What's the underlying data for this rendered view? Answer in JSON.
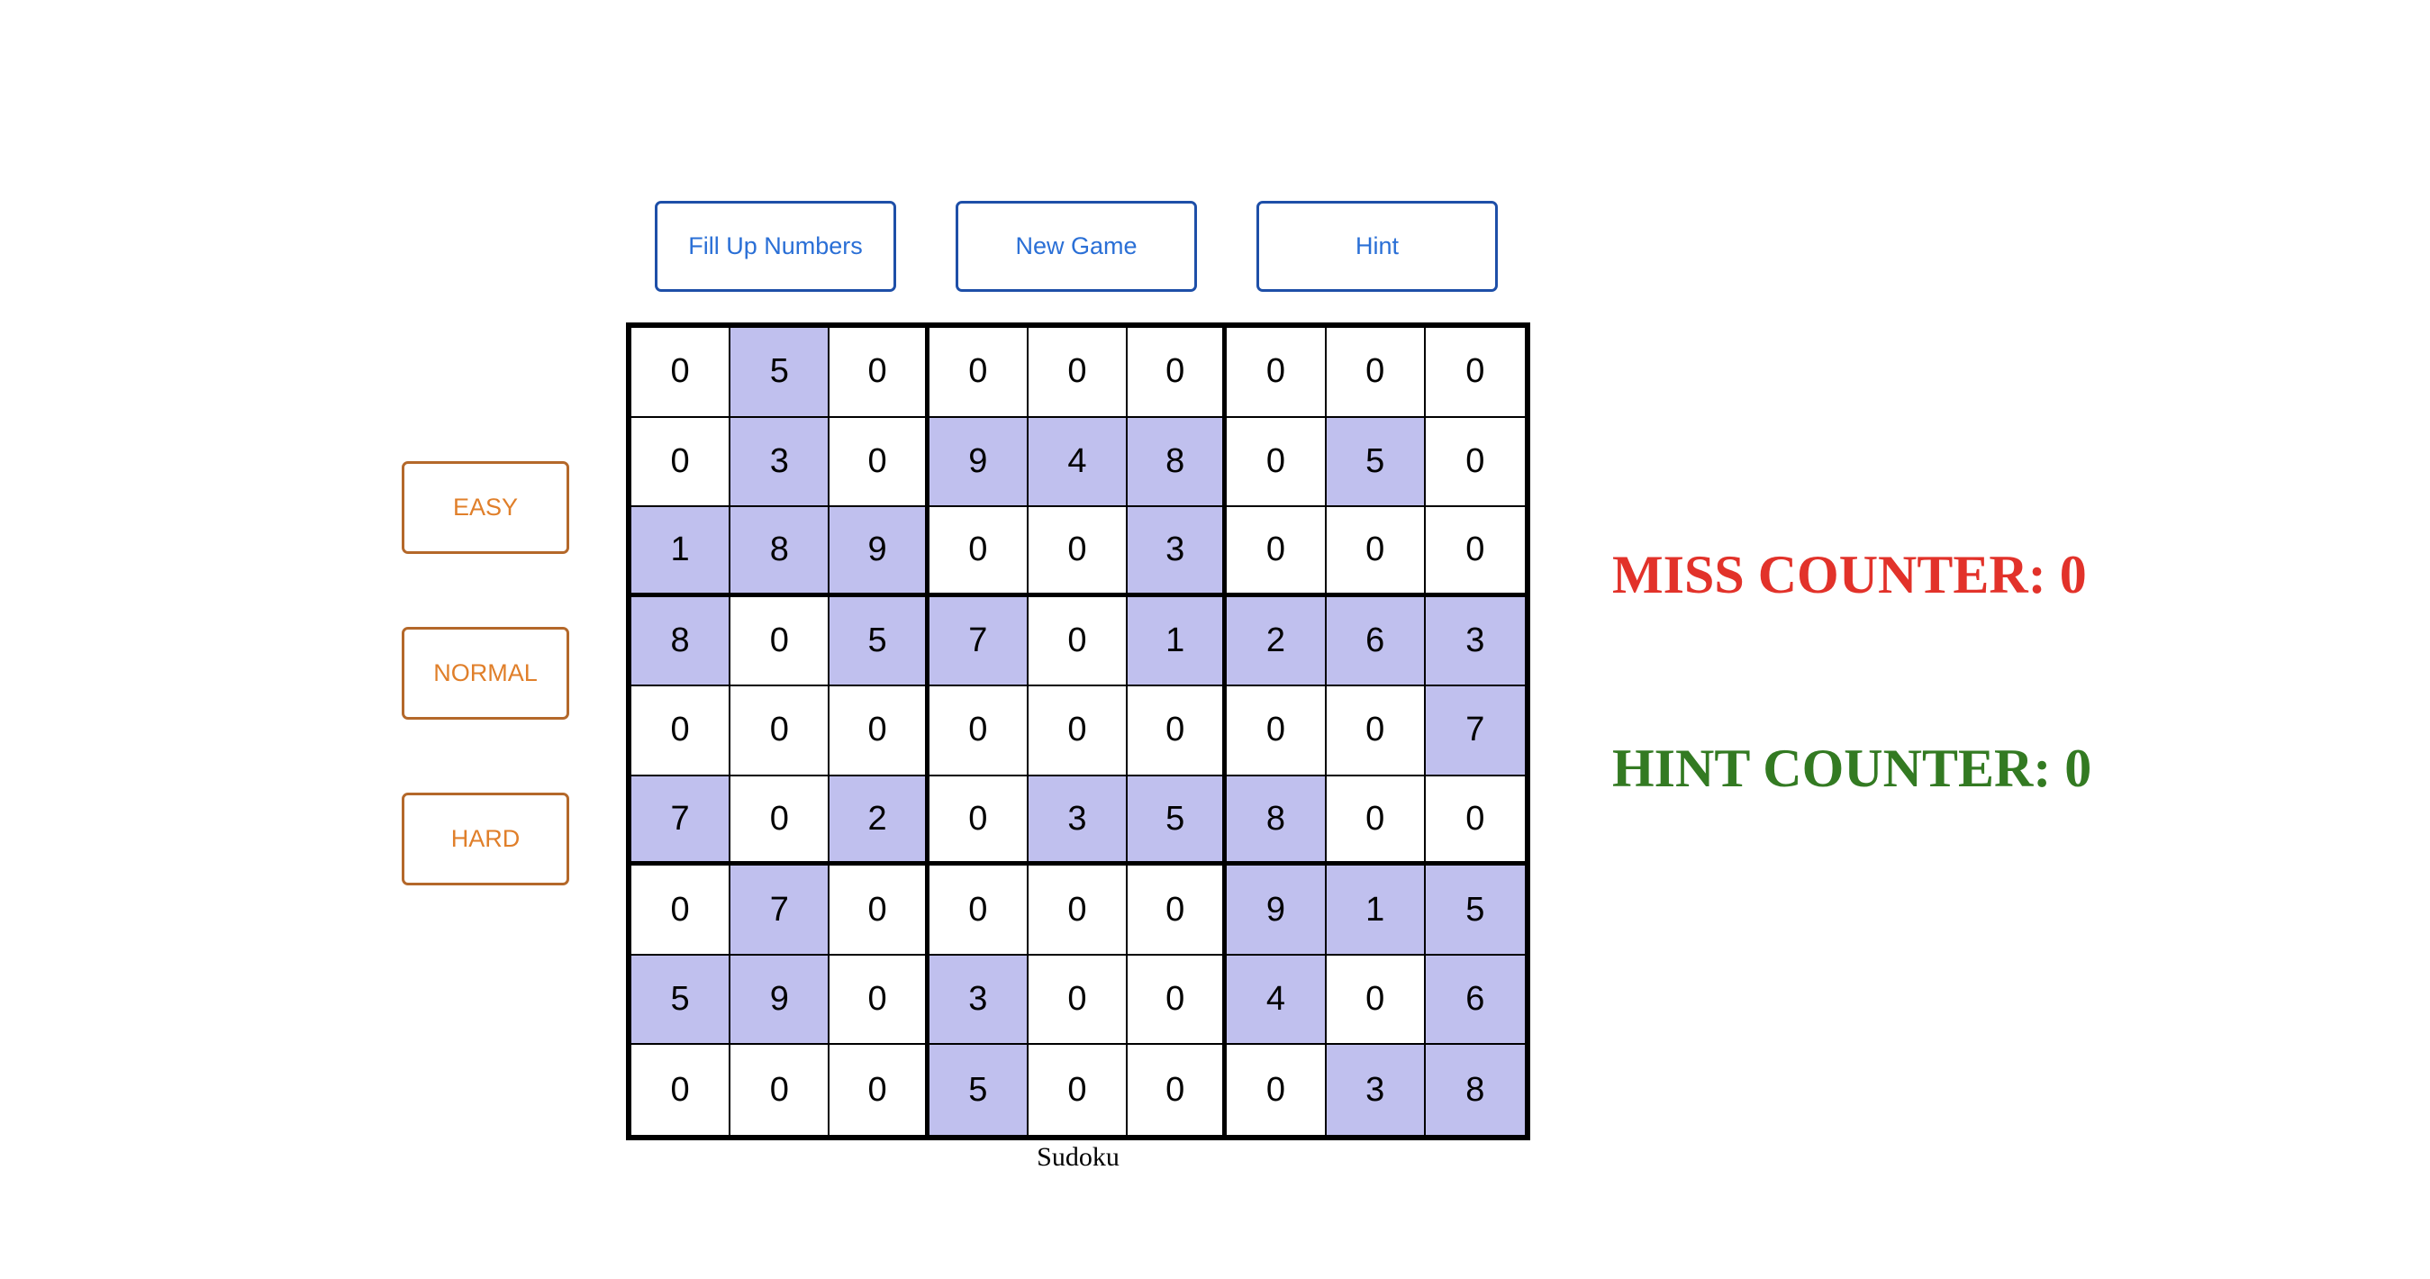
{
  "toolbar": {
    "fill_label": "Fill Up Numbers",
    "new_game_label": "New Game",
    "hint_label": "Hint"
  },
  "difficulty": {
    "easy_label": "EASY",
    "normal_label": "NORMAL",
    "hard_label": "HARD"
  },
  "board": {
    "caption": "Sudoku",
    "given_color": "#c0c0ee",
    "rows": [
      [
        0,
        5,
        0,
        0,
        0,
        0,
        0,
        0,
        0
      ],
      [
        0,
        3,
        0,
        9,
        4,
        8,
        0,
        5,
        0
      ],
      [
        1,
        8,
        9,
        0,
        0,
        3,
        0,
        0,
        0
      ],
      [
        8,
        0,
        5,
        7,
        0,
        1,
        2,
        6,
        3
      ],
      [
        0,
        0,
        0,
        0,
        0,
        0,
        0,
        0,
        7
      ],
      [
        7,
        0,
        2,
        0,
        3,
        5,
        8,
        0,
        0
      ],
      [
        0,
        7,
        0,
        0,
        0,
        0,
        9,
        1,
        5
      ],
      [
        5,
        9,
        0,
        3,
        0,
        0,
        4,
        0,
        6
      ],
      [
        0,
        0,
        0,
        5,
        0,
        0,
        0,
        3,
        8
      ]
    ]
  },
  "counters": {
    "miss_label": "MISS COUNTER: ",
    "miss_value": "0",
    "miss_color": "#e2322a",
    "hint_label": "HINT COUNTER: ",
    "hint_value": "0",
    "hint_color": "#337a22"
  }
}
